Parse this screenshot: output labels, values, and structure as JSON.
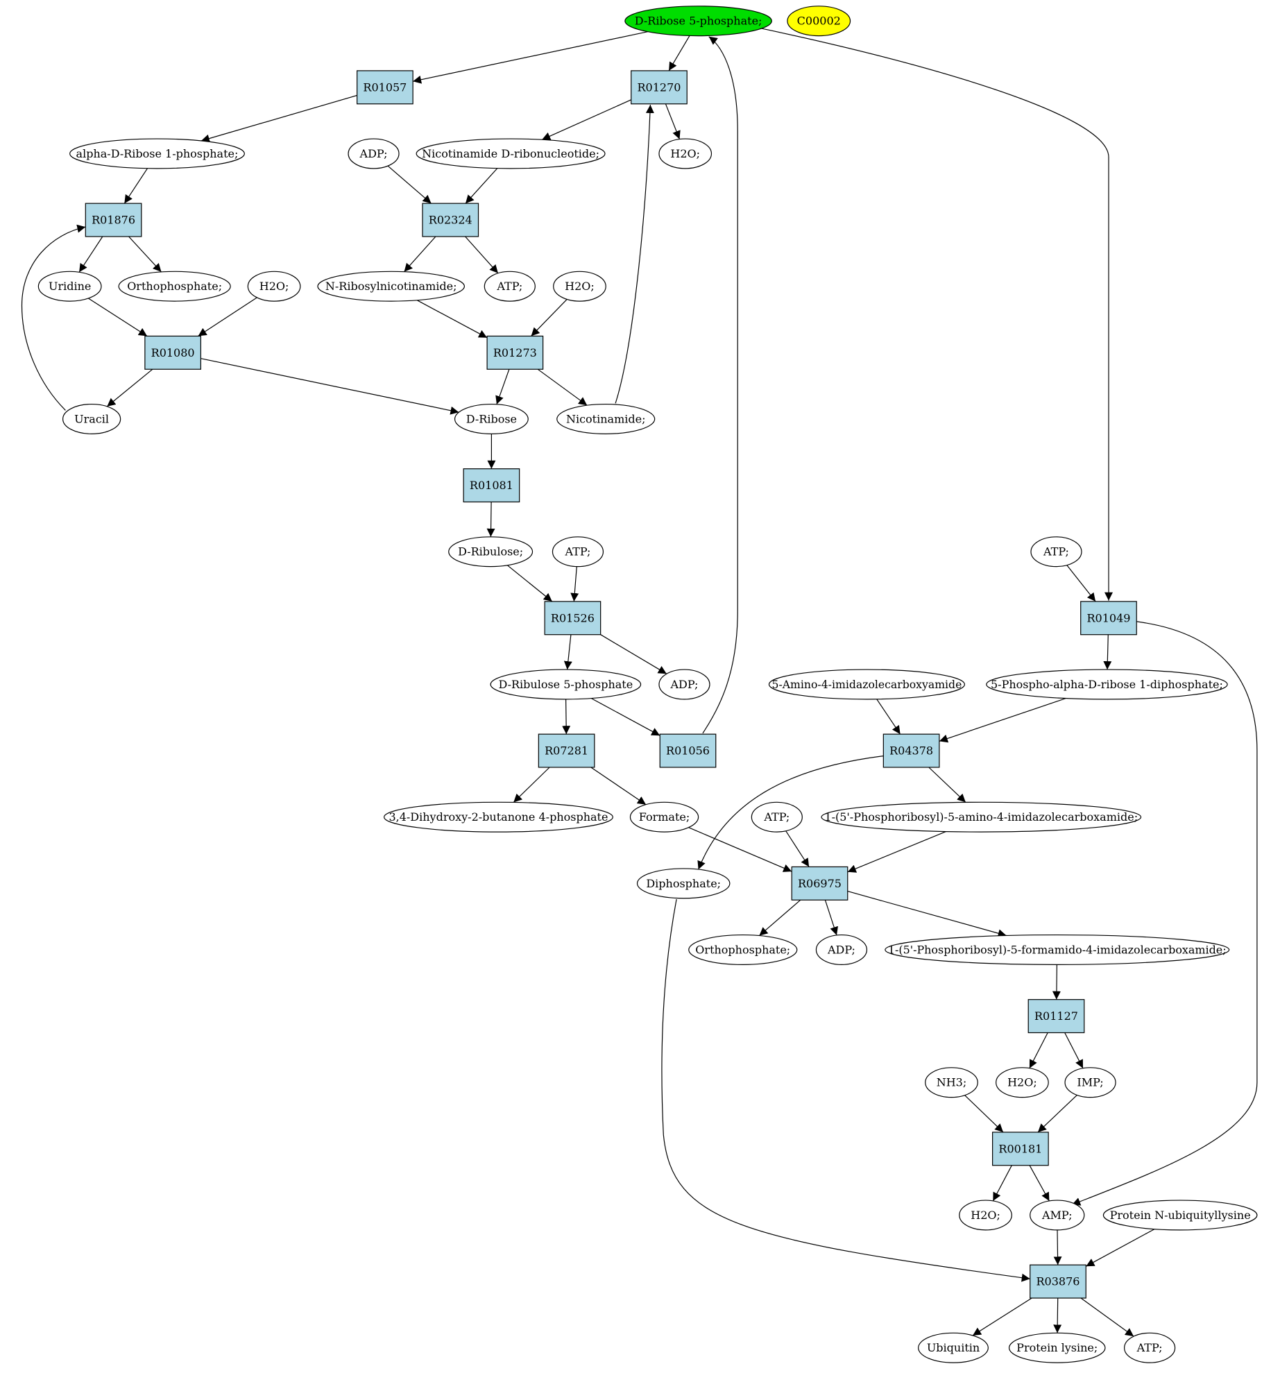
{
  "colors": {
    "reaction_fill": "#add8e6",
    "highlight_fill": "#00dd00",
    "seed_fill": "#ffff00",
    "compound_fill": "#ffffff",
    "stroke": "#000000"
  },
  "nodes": [
    {
      "id": "c_r5p",
      "label": "D-Ribose 5-phosphate;",
      "kind": "compound",
      "highlight": "green"
    },
    {
      "id": "c_c00002",
      "label": "C00002",
      "kind": "compound",
      "highlight": "yellow"
    },
    {
      "id": "r_R01057",
      "label": "R01057",
      "kind": "reaction"
    },
    {
      "id": "r_R01270",
      "label": "R01270",
      "kind": "reaction"
    },
    {
      "id": "c_ar1p",
      "label": "alpha-D-Ribose 1-phosphate;",
      "kind": "compound"
    },
    {
      "id": "c_adp1",
      "label": "ADP;",
      "kind": "compound"
    },
    {
      "id": "c_nmn",
      "label": "Nicotinamide D-ribonucleotide;",
      "kind": "compound"
    },
    {
      "id": "c_h2o1",
      "label": "H2O;",
      "kind": "compound"
    },
    {
      "id": "r_R01876",
      "label": "R01876",
      "kind": "reaction"
    },
    {
      "id": "r_R02324",
      "label": "R02324",
      "kind": "reaction"
    },
    {
      "id": "c_uridine",
      "label": "Uridine",
      "kind": "compound"
    },
    {
      "id": "c_pi1",
      "label": "Orthophosphate;",
      "kind": "compound"
    },
    {
      "id": "c_h2o2",
      "label": "H2O;",
      "kind": "compound"
    },
    {
      "id": "c_nrn",
      "label": "N-Ribosylnicotinamide;",
      "kind": "compound"
    },
    {
      "id": "c_atp1",
      "label": "ATP;",
      "kind": "compound"
    },
    {
      "id": "c_h2o3",
      "label": "H2O;",
      "kind": "compound"
    },
    {
      "id": "r_R01080",
      "label": "R01080",
      "kind": "reaction"
    },
    {
      "id": "r_R01273",
      "label": "R01273",
      "kind": "reaction"
    },
    {
      "id": "c_uracil",
      "label": "Uracil",
      "kind": "compound"
    },
    {
      "id": "c_dribose",
      "label": "D-Ribose",
      "kind": "compound"
    },
    {
      "id": "c_nam",
      "label": "Nicotinamide;",
      "kind": "compound"
    },
    {
      "id": "r_R01081",
      "label": "R01081",
      "kind": "reaction"
    },
    {
      "id": "c_dribulose",
      "label": "D-Ribulose;",
      "kind": "compound"
    },
    {
      "id": "c_atp2",
      "label": "ATP;",
      "kind": "compound"
    },
    {
      "id": "c_atp3",
      "label": "ATP;",
      "kind": "compound"
    },
    {
      "id": "r_R01526",
      "label": "R01526",
      "kind": "reaction"
    },
    {
      "id": "r_R01049",
      "label": "R01049",
      "kind": "reaction"
    },
    {
      "id": "c_ru5p",
      "label": "D-Ribulose 5-phosphate",
      "kind": "compound"
    },
    {
      "id": "c_adp2",
      "label": "ADP;",
      "kind": "compound"
    },
    {
      "id": "c_aica",
      "label": "5-Amino-4-imidazolecarboxyamide",
      "kind": "compound"
    },
    {
      "id": "c_prpp",
      "label": "5-Phospho-alpha-D-ribose 1-diphosphate;",
      "kind": "compound"
    },
    {
      "id": "r_R07281",
      "label": "R07281",
      "kind": "reaction"
    },
    {
      "id": "r_R01056",
      "label": "R01056",
      "kind": "reaction"
    },
    {
      "id": "r_R04378",
      "label": "R04378",
      "kind": "reaction"
    },
    {
      "id": "c_dhbp",
      "label": "3,4-Dihydroxy-2-butanone 4-phosphate",
      "kind": "compound"
    },
    {
      "id": "c_formate",
      "label": "Formate;",
      "kind": "compound"
    },
    {
      "id": "c_atp4",
      "label": "ATP;",
      "kind": "compound"
    },
    {
      "id": "c_aicar",
      "label": "1-(5'-Phosphoribosyl)-5-amino-4-imidazolecarboxamide;",
      "kind": "compound"
    },
    {
      "id": "c_ppi",
      "label": "Diphosphate;",
      "kind": "compound"
    },
    {
      "id": "r_R06975",
      "label": "R06975",
      "kind": "reaction"
    },
    {
      "id": "c_pi2",
      "label": "Orthophosphate;",
      "kind": "compound"
    },
    {
      "id": "c_adp3",
      "label": "ADP;",
      "kind": "compound"
    },
    {
      "id": "c_faicar",
      "label": "1-(5'-Phosphoribosyl)-5-formamido-4-imidazolecarboxamide;",
      "kind": "compound"
    },
    {
      "id": "r_R01127",
      "label": "R01127",
      "kind": "reaction"
    },
    {
      "id": "c_nh3",
      "label": "NH3;",
      "kind": "compound"
    },
    {
      "id": "c_h2o4",
      "label": "H2O;",
      "kind": "compound"
    },
    {
      "id": "c_imp",
      "label": "IMP;",
      "kind": "compound"
    },
    {
      "id": "r_R00181",
      "label": "R00181",
      "kind": "reaction"
    },
    {
      "id": "c_h2o5",
      "label": "H2O;",
      "kind": "compound"
    },
    {
      "id": "c_amp",
      "label": "AMP;",
      "kind": "compound"
    },
    {
      "id": "c_pnul",
      "label": "Protein N-ubiquityllysine",
      "kind": "compound"
    },
    {
      "id": "r_R03876",
      "label": "R03876",
      "kind": "reaction"
    },
    {
      "id": "c_ubiquitin",
      "label": "Ubiquitin",
      "kind": "compound"
    },
    {
      "id": "c_plys",
      "label": "Protein lysine;",
      "kind": "compound"
    },
    {
      "id": "c_atp5",
      "label": "ATP;",
      "kind": "compound"
    }
  ],
  "edges": [
    [
      "c_r5p",
      "r_R01057"
    ],
    [
      "c_r5p",
      "r_R01270"
    ],
    [
      "c_r5p",
      "r_R01049"
    ],
    [
      "r_R01057",
      "c_ar1p"
    ],
    [
      "c_ar1p",
      "r_R01876"
    ],
    [
      "r_R01270",
      "c_nmn"
    ],
    [
      "r_R01270",
      "c_h2o1"
    ],
    [
      "c_adp1",
      "r_R02324"
    ],
    [
      "c_nmn",
      "r_R02324"
    ],
    [
      "r_R01876",
      "c_uridine"
    ],
    [
      "r_R01876",
      "c_pi1"
    ],
    [
      "r_R02324",
      "c_nrn"
    ],
    [
      "r_R02324",
      "c_atp1"
    ],
    [
      "c_uridine",
      "r_R01080"
    ],
    [
      "c_h2o2",
      "r_R01080"
    ],
    [
      "c_nrn",
      "r_R01273"
    ],
    [
      "c_h2o3",
      "r_R01273"
    ],
    [
      "r_R01080",
      "c_uracil"
    ],
    [
      "r_R01080",
      "c_dribose"
    ],
    [
      "c_uracil",
      "r_R01876"
    ],
    [
      "r_R01273",
      "c_dribose"
    ],
    [
      "r_R01273",
      "c_nam"
    ],
    [
      "c_nam",
      "r_R01270"
    ],
    [
      "c_dribose",
      "r_R01081"
    ],
    [
      "r_R01081",
      "c_dribulose"
    ],
    [
      "c_dribulose",
      "r_R01526"
    ],
    [
      "c_atp2",
      "r_R01526"
    ],
    [
      "r_R01526",
      "c_ru5p"
    ],
    [
      "r_R01526",
      "c_adp2"
    ],
    [
      "c_ru5p",
      "r_R07281"
    ],
    [
      "c_ru5p",
      "r_R01056"
    ],
    [
      "r_R01056",
      "c_r5p"
    ],
    [
      "c_atp3",
      "r_R01049"
    ],
    [
      "r_R01049",
      "c_prpp"
    ],
    [
      "r_R01049",
      "c_amp"
    ],
    [
      "c_aica",
      "r_R04378"
    ],
    [
      "c_prpp",
      "r_R04378"
    ],
    [
      "r_R04378",
      "c_aicar"
    ],
    [
      "r_R04378",
      "c_ppi"
    ],
    [
      "r_R07281",
      "c_dhbp"
    ],
    [
      "r_R07281",
      "c_formate"
    ],
    [
      "c_formate",
      "r_R06975"
    ],
    [
      "c_atp4",
      "r_R06975"
    ],
    [
      "c_aicar",
      "r_R06975"
    ],
    [
      "r_R06975",
      "c_pi2"
    ],
    [
      "r_R06975",
      "c_adp3"
    ],
    [
      "r_R06975",
      "c_faicar"
    ],
    [
      "c_faicar",
      "r_R01127"
    ],
    [
      "r_R01127",
      "c_h2o4"
    ],
    [
      "r_R01127",
      "c_imp"
    ],
    [
      "c_nh3",
      "r_R00181"
    ],
    [
      "c_imp",
      "r_R00181"
    ],
    [
      "r_R00181",
      "c_h2o5"
    ],
    [
      "r_R00181",
      "c_amp"
    ],
    [
      "c_amp",
      "r_R03876"
    ],
    [
      "c_pnul",
      "r_R03876"
    ],
    [
      "c_ppi",
      "r_R03876"
    ],
    [
      "r_R03876",
      "c_ubiquitin"
    ],
    [
      "r_R03876",
      "c_plys"
    ],
    [
      "r_R03876",
      "c_atp5"
    ]
  ]
}
